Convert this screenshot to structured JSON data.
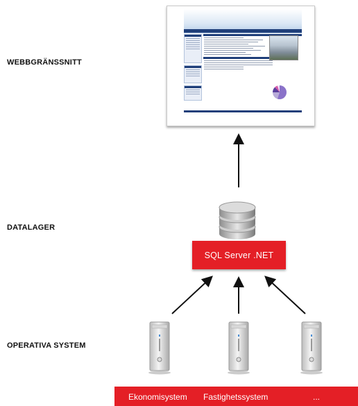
{
  "layers": {
    "web": "WEBBGRÄNSSNITT",
    "data": "DATALAGER",
    "ops": "OPERATIVA SYSTEM"
  },
  "sql_box": "SQL Server .NET",
  "systems": [
    "Ekonomisystem",
    "Fastighetssystem",
    "..."
  ],
  "colors": {
    "accent_red": "#e41f26",
    "thumbnail_navy": "#1f3f7a",
    "arrow": "#111111"
  }
}
